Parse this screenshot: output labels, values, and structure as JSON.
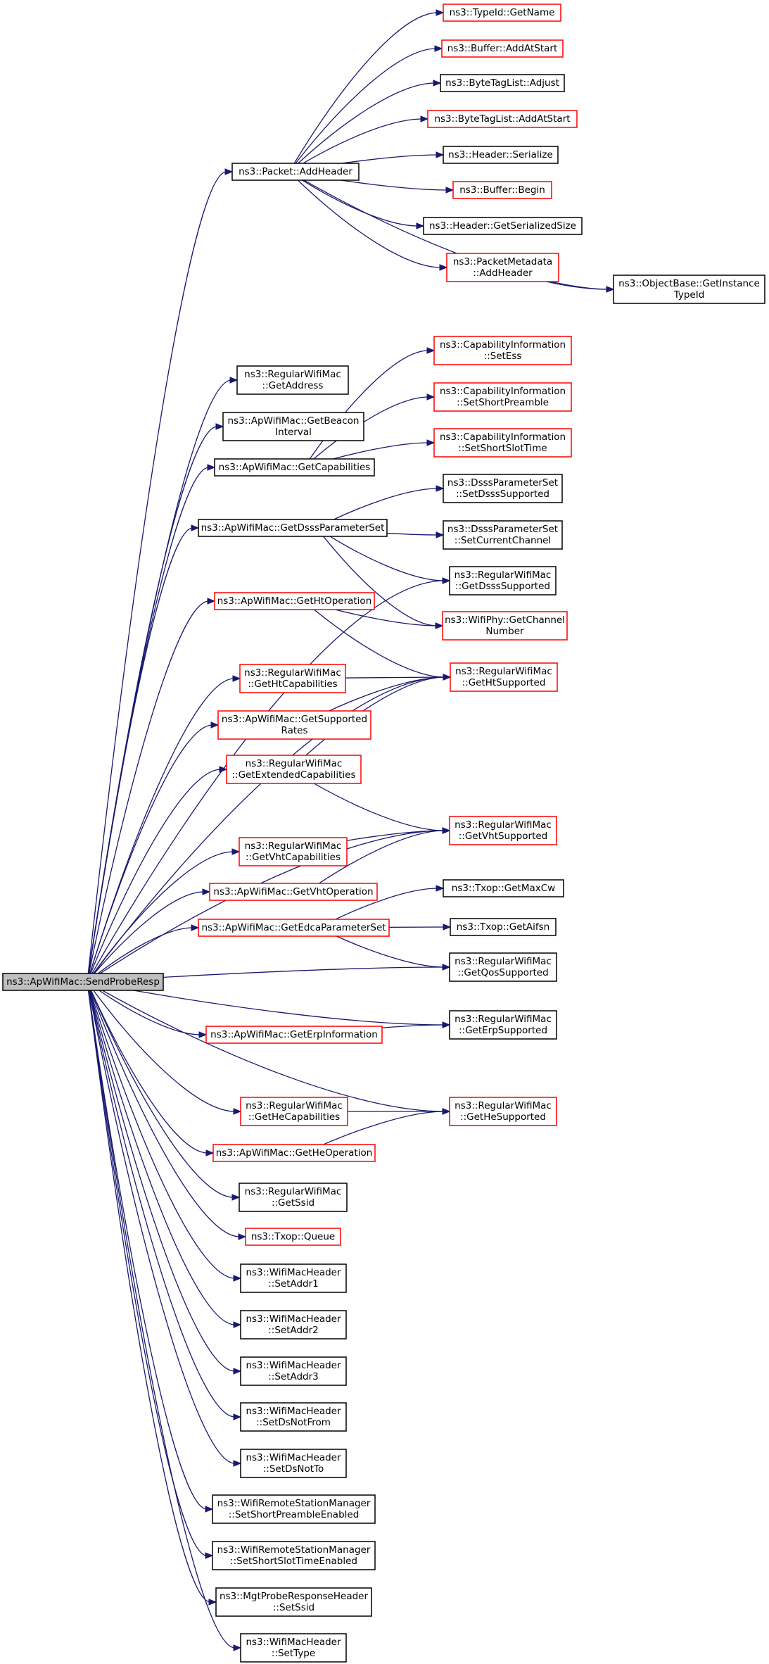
{
  "graph": {
    "nodes": [
      {
        "id": "root",
        "lines": [
          "ns3::ApWifiMac::SendProbeResp"
        ],
        "border": "black",
        "root": true
      },
      {
        "id": "add_header",
        "lines": [
          "ns3::Packet::AddHeader"
        ],
        "border": "black"
      },
      {
        "id": "typeid_getname",
        "lines": [
          "ns3::TypeId::GetName"
        ],
        "border": "red"
      },
      {
        "id": "buffer_addatstart",
        "lines": [
          "ns3::Buffer::AddAtStart"
        ],
        "border": "red"
      },
      {
        "id": "bytetaglist_adjust",
        "lines": [
          "ns3::ByteTagList::Adjust"
        ],
        "border": "black"
      },
      {
        "id": "bytetaglist_addatstart",
        "lines": [
          "ns3::ByteTagList::AddAtStart"
        ],
        "border": "red"
      },
      {
        "id": "header_serialize",
        "lines": [
          "ns3::Header::Serialize"
        ],
        "border": "black"
      },
      {
        "id": "buffer_begin",
        "lines": [
          "ns3::Buffer::Begin"
        ],
        "border": "red"
      },
      {
        "id": "header_getserializedsize",
        "lines": [
          "ns3::Header::GetSerializedSize"
        ],
        "border": "black"
      },
      {
        "id": "packetmetadata_addheader",
        "lines": [
          "ns3::PacketMetadata",
          "::AddHeader"
        ],
        "border": "red"
      },
      {
        "id": "objectbase_getinstancetypeid",
        "lines": [
          "ns3::ObjectBase::GetInstance",
          "TypeId"
        ],
        "border": "black"
      },
      {
        "id": "getaddress",
        "lines": [
          "ns3::RegularWifiMac",
          "::GetAddress"
        ],
        "border": "black"
      },
      {
        "id": "getbeaconinterval",
        "lines": [
          "ns3::ApWifiMac::GetBeacon",
          "Interval"
        ],
        "border": "black"
      },
      {
        "id": "getcapabilities",
        "lines": [
          "ns3::ApWifiMac::GetCapabilities"
        ],
        "border": "black"
      },
      {
        "id": "capinfo_setess",
        "lines": [
          "ns3::CapabilityInformation",
          "::SetEss"
        ],
        "border": "red"
      },
      {
        "id": "capinfo_setshortpreamble",
        "lines": [
          "ns3::CapabilityInformation",
          "::SetShortPreamble"
        ],
        "border": "red"
      },
      {
        "id": "capinfo_setshortslottime",
        "lines": [
          "ns3::CapabilityInformation",
          "::SetShortSlotTime"
        ],
        "border": "red"
      },
      {
        "id": "getdsssparameterset",
        "lines": [
          "ns3::ApWifiMac::GetDsssParameterSet"
        ],
        "border": "black"
      },
      {
        "id": "dsss_setdssssupported",
        "lines": [
          "ns3::DsssParameterSet",
          "::SetDsssSupported"
        ],
        "border": "black"
      },
      {
        "id": "dsss_setcurrentchannel",
        "lines": [
          "ns3::DsssParameterSet",
          "::SetCurrentChannel"
        ],
        "border": "black"
      },
      {
        "id": "getdssssupported",
        "lines": [
          "ns3::RegularWifiMac",
          "::GetDsssSupported"
        ],
        "border": "black"
      },
      {
        "id": "gethtoperation",
        "lines": [
          "ns3::ApWifiMac::GetHtOperation"
        ],
        "border": "red"
      },
      {
        "id": "wifiphy_getchannelnumber",
        "lines": [
          "ns3::WifiPhy::GetChannel",
          "Number"
        ],
        "border": "red"
      },
      {
        "id": "gethtcapabilities",
        "lines": [
          "ns3::RegularWifiMac",
          "::GetHtCapabilities"
        ],
        "border": "red"
      },
      {
        "id": "gethtsupported",
        "lines": [
          "ns3::RegularWifiMac",
          "::GetHtSupported"
        ],
        "border": "red"
      },
      {
        "id": "getsupportedrates",
        "lines": [
          "ns3::ApWifiMac::GetSupported",
          "Rates"
        ],
        "border": "red"
      },
      {
        "id": "getextendedcapabilities",
        "lines": [
          "ns3::RegularWifiMac",
          "::GetExtendedCapabilities"
        ],
        "border": "red"
      },
      {
        "id": "getvhtcapabilities",
        "lines": [
          "ns3::RegularWifiMac",
          "::GetVhtCapabilities"
        ],
        "border": "red"
      },
      {
        "id": "getvhtsupported",
        "lines": [
          "ns3::RegularWifiMac",
          "::GetVhtSupported"
        ],
        "border": "red"
      },
      {
        "id": "getvhtoperation",
        "lines": [
          "ns3::ApWifiMac::GetVhtOperation"
        ],
        "border": "red"
      },
      {
        "id": "getedcaparameterset",
        "lines": [
          "ns3::ApWifiMac::GetEdcaParameterSet"
        ],
        "border": "red"
      },
      {
        "id": "txop_getmaxcw",
        "lines": [
          "ns3::Txop::GetMaxCw"
        ],
        "border": "black"
      },
      {
        "id": "txop_getaifsn",
        "lines": [
          "ns3::Txop::GetAifsn"
        ],
        "border": "black"
      },
      {
        "id": "getqossupported",
        "lines": [
          "ns3::RegularWifiMac",
          "::GetQosSupported"
        ],
        "border": "black"
      },
      {
        "id": "geterpsupported",
        "lines": [
          "ns3::RegularWifiMac",
          "::GetErpSupported"
        ],
        "border": "black"
      },
      {
        "id": "geterpinformation",
        "lines": [
          "ns3::ApWifiMac::GetErpInformation"
        ],
        "border": "red"
      },
      {
        "id": "gethecapabilities",
        "lines": [
          "ns3::RegularWifiMac",
          "::GetHeCapabilities"
        ],
        "border": "red"
      },
      {
        "id": "gehesupported",
        "lines": [
          "ns3::RegularWifiMac",
          "::GetHeSupported"
        ],
        "border": "red"
      },
      {
        "id": "getheoperation",
        "lines": [
          "ns3::ApWifiMac::GetHeOperation"
        ],
        "border": "red"
      },
      {
        "id": "getssid",
        "lines": [
          "ns3::RegularWifiMac",
          "::GetSsid"
        ],
        "border": "black"
      },
      {
        "id": "txop_queue",
        "lines": [
          "ns3::Txop::Queue"
        ],
        "border": "red"
      },
      {
        "id": "setaddr1",
        "lines": [
          "ns3::WifiMacHeader",
          "::SetAddr1"
        ],
        "border": "black"
      },
      {
        "id": "setaddr2",
        "lines": [
          "ns3::WifiMacHeader",
          "::SetAddr2"
        ],
        "border": "black"
      },
      {
        "id": "setaddr3",
        "lines": [
          "ns3::WifiMacHeader",
          "::SetAddr3"
        ],
        "border": "black"
      },
      {
        "id": "setdsnotfrom",
        "lines": [
          "ns3::WifiMacHeader",
          "::SetDsNotFrom"
        ],
        "border": "black"
      },
      {
        "id": "setdsnotto",
        "lines": [
          "ns3::WifiMacHeader",
          "::SetDsNotTo"
        ],
        "border": "black"
      },
      {
        "id": "setshortpreambleenabled",
        "lines": [
          "ns3::WifiRemoteStationManager",
          "::SetShortPreambleEnabled"
        ],
        "border": "black"
      },
      {
        "id": "setshortslottimeenabled",
        "lines": [
          "ns3::WifiRemoteStationManager",
          "::SetShortSlotTimeEnabled"
        ],
        "border": "black"
      },
      {
        "id": "probe_setssid",
        "lines": [
          "ns3::MgtProbeResponseHeader",
          "::SetSsid"
        ],
        "border": "black"
      },
      {
        "id": "settype",
        "lines": [
          "ns3::WifiMacHeader",
          "::SetType"
        ],
        "border": "black"
      }
    ],
    "edges": [
      [
        "root",
        "add_header"
      ],
      [
        "add_header",
        "typeid_getname"
      ],
      [
        "add_header",
        "buffer_addatstart"
      ],
      [
        "add_header",
        "bytetaglist_adjust"
      ],
      [
        "add_header",
        "bytetaglist_addatstart"
      ],
      [
        "add_header",
        "header_serialize"
      ],
      [
        "add_header",
        "buffer_begin"
      ],
      [
        "add_header",
        "header_getserializedsize"
      ],
      [
        "add_header",
        "packetmetadata_addheader"
      ],
      [
        "add_header",
        "objectbase_getinstancetypeid"
      ],
      [
        "packetmetadata_addheader",
        "objectbase_getinstancetypeid"
      ],
      [
        "root",
        "getaddress"
      ],
      [
        "root",
        "getbeaconinterval"
      ],
      [
        "root",
        "getcapabilities"
      ],
      [
        "getcapabilities",
        "capinfo_setess"
      ],
      [
        "getcapabilities",
        "capinfo_setshortpreamble"
      ],
      [
        "getcapabilities",
        "capinfo_setshortslottime"
      ],
      [
        "root",
        "getdsssparameterset"
      ],
      [
        "getdsssparameterset",
        "dsss_setdssssupported"
      ],
      [
        "getdsssparameterset",
        "dsss_setcurrentchannel"
      ],
      [
        "getdsssparameterset",
        "getdssssupported"
      ],
      [
        "getdsssparameterset",
        "wifiphy_getchannelnumber"
      ],
      [
        "root",
        "getdssssupported"
      ],
      [
        "root",
        "gethtoperation"
      ],
      [
        "gethtoperation",
        "wifiphy_getchannelnumber"
      ],
      [
        "gethtoperation",
        "gethtsupported"
      ],
      [
        "root",
        "gethtsupported"
      ],
      [
        "root",
        "gethtcapabilities"
      ],
      [
        "gethtcapabilities",
        "gethtsupported"
      ],
      [
        "root",
        "getsupportedrates"
      ],
      [
        "getsupportedrates",
        "gethtsupported"
      ],
      [
        "root",
        "getextendedcapabilities"
      ],
      [
        "getextendedcapabilities",
        "gethtsupported"
      ],
      [
        "getextendedcapabilities",
        "getvhtsupported"
      ],
      [
        "root",
        "getvhtsupported"
      ],
      [
        "root",
        "getvhtcapabilities"
      ],
      [
        "getvhtcapabilities",
        "getvhtsupported"
      ],
      [
        "root",
        "getvhtoperation"
      ],
      [
        "getvhtoperation",
        "getvhtsupported"
      ],
      [
        "root",
        "getedcaparameterset"
      ],
      [
        "getedcaparameterset",
        "txop_getmaxcw"
      ],
      [
        "getedcaparameterset",
        "txop_getaifsn"
      ],
      [
        "getedcaparameterset",
        "getqossupported"
      ],
      [
        "root",
        "getqossupported"
      ],
      [
        "root",
        "geterpsupported"
      ],
      [
        "root",
        "geterpinformation"
      ],
      [
        "geterpinformation",
        "geterpsupported"
      ],
      [
        "root",
        "gehesupported"
      ],
      [
        "root",
        "gethecapabilities"
      ],
      [
        "gethecapabilities",
        "gehesupported"
      ],
      [
        "root",
        "getheoperation"
      ],
      [
        "getheoperation",
        "gehesupported"
      ],
      [
        "root",
        "getssid"
      ],
      [
        "root",
        "txop_queue"
      ],
      [
        "root",
        "setaddr1"
      ],
      [
        "root",
        "setaddr2"
      ],
      [
        "root",
        "setaddr3"
      ],
      [
        "root",
        "setdsnotfrom"
      ],
      [
        "root",
        "setdsnotto"
      ],
      [
        "root",
        "setshortpreambleenabled"
      ],
      [
        "root",
        "setshortslottimeenabled"
      ],
      [
        "root",
        "probe_setssid"
      ],
      [
        "root",
        "settype"
      ]
    ]
  }
}
